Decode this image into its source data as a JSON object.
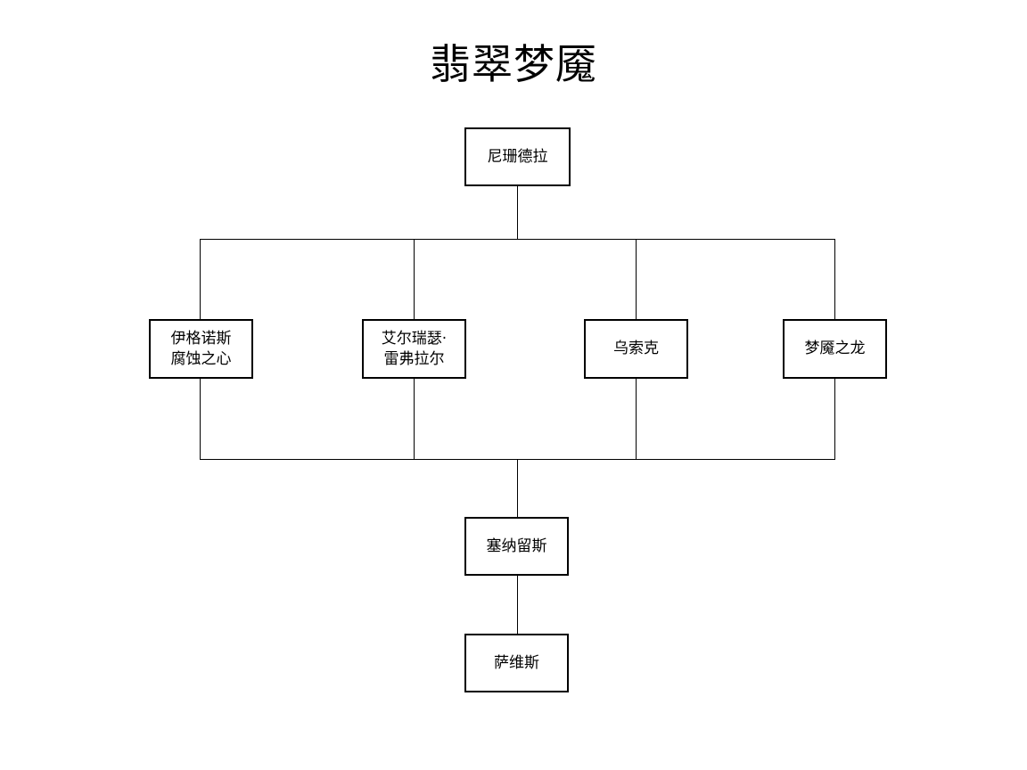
{
  "title": "翡翠梦魇",
  "diagram": {
    "type": "org-chart",
    "background_color": "#ffffff",
    "line_color": "#000000",
    "node_border_color": "#000000",
    "node_fill_color": "#ffffff",
    "text_color": "#000000",
    "nodes": [
      {
        "id": "root",
        "label": "尼珊德拉",
        "row": 0
      },
      {
        "id": "child1",
        "label": "伊格诺斯\n腐蚀之心",
        "row": 1
      },
      {
        "id": "child2",
        "label": "艾尔瑞瑟·\n雷弗拉尔",
        "row": 1
      },
      {
        "id": "child3",
        "label": "乌索克",
        "row": 1
      },
      {
        "id": "child4",
        "label": "梦魇之龙",
        "row": 1
      },
      {
        "id": "mid",
        "label": "塞纳留斯",
        "row": 2
      },
      {
        "id": "leaf",
        "label": "萨维斯",
        "row": 3
      }
    ],
    "edges": [
      {
        "from": "root",
        "to": "child1"
      },
      {
        "from": "root",
        "to": "child2"
      },
      {
        "from": "root",
        "to": "child3"
      },
      {
        "from": "root",
        "to": "child4"
      },
      {
        "from": "child1",
        "to": "mid"
      },
      {
        "from": "child2",
        "to": "mid"
      },
      {
        "from": "child3",
        "to": "mid"
      },
      {
        "from": "child4",
        "to": "mid"
      },
      {
        "from": "mid",
        "to": "leaf"
      }
    ]
  }
}
